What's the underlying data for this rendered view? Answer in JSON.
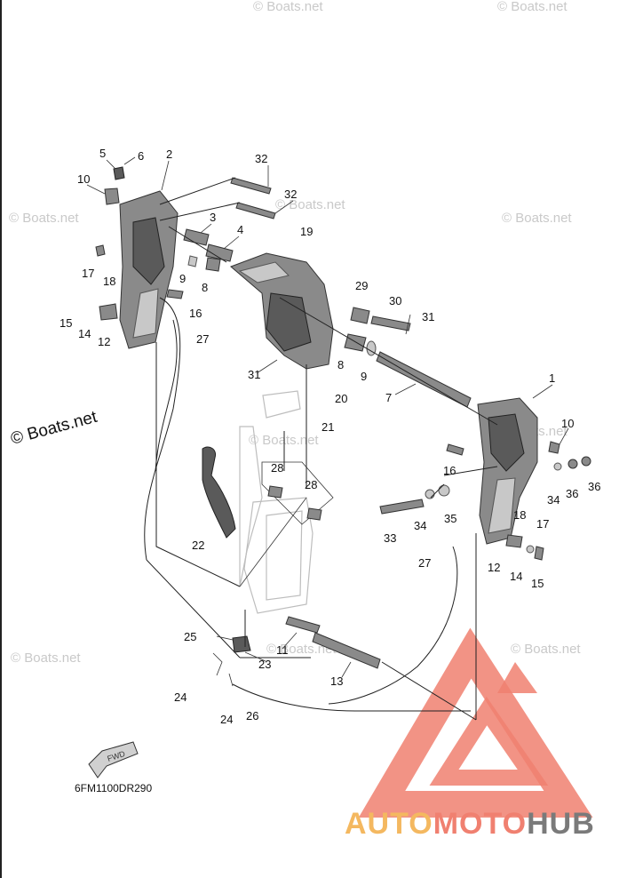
{
  "diagram": {
    "code": "6FM1100DR290",
    "watermark": "© Boats.net",
    "brand": {
      "part1": "AUTO",
      "part2": "MOTO",
      "part3": "HUB"
    },
    "colors": {
      "brand_triangle": "#f08070",
      "brand_auto": "#f4b860",
      "brand_moto": "#f08070",
      "brand_hub": "#7a7a7a",
      "watermark": "#c9c9c9"
    },
    "callouts": [
      "1",
      "2",
      "3",
      "4",
      "5",
      "6",
      "7",
      "8",
      "8",
      "9",
      "9",
      "10",
      "10",
      "11",
      "12",
      "12",
      "13",
      "14",
      "14",
      "15",
      "15",
      "16",
      "16",
      "17",
      "17",
      "18",
      "18",
      "19",
      "20",
      "21",
      "22",
      "23",
      "24",
      "24",
      "25",
      "26",
      "27",
      "27",
      "28",
      "28",
      "29",
      "30",
      "31",
      "31",
      "32",
      "32",
      "33",
      "34",
      "34",
      "35",
      "36",
      "36"
    ]
  }
}
